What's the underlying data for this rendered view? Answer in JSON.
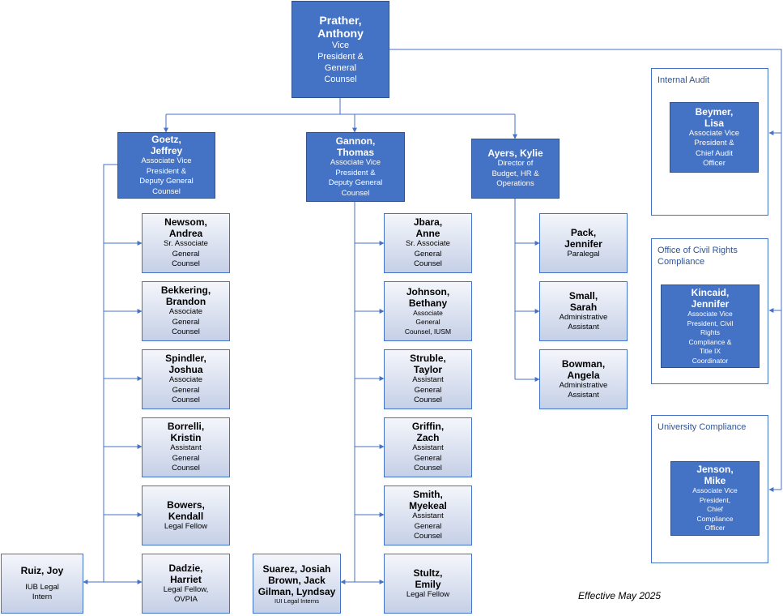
{
  "chart_data": {
    "type": "org-chart",
    "effective_date": "Effective May 2025",
    "root": {
      "name": "Prather,\nAnthony",
      "title": "Vice\nPresident &\nGeneral\nCounsel"
    },
    "deputies": [
      {
        "name": "Goetz,\nJeffrey",
        "title": "Associate Vice\nPresident &\nDeputy General\nCounsel"
      },
      {
        "name": "Gannon,\nThomas",
        "title": "Associate Vice\nPresident &\nDeputy General\nCounsel"
      },
      {
        "name": "Ayers, Kylie",
        "title": "Director of\nBudget, HR &\nOperations"
      }
    ],
    "goetz_reports": [
      {
        "name": "Newsom,\nAndrea",
        "title": "Sr. Associate\nGeneral\nCounsel"
      },
      {
        "name": "Bekkering,\nBrandon",
        "title": "Associate\nGeneral\nCounsel"
      },
      {
        "name": "Spindler,\nJoshua",
        "title": "Associate\nGeneral\nCounsel"
      },
      {
        "name": "Borrelli,\nKristin",
        "title": "Assistant\nGeneral\nCounsel"
      },
      {
        "name": "Bowers,\nKendall",
        "title": "Legal Fellow"
      },
      {
        "name": "Dadzie,\nHarriet",
        "title": "Legal Fellow,\nOVPIA"
      }
    ],
    "goetz_intern": {
      "name": "Ruiz, Joy",
      "title": "IUB Legal\nIntern"
    },
    "gannon_reports": [
      {
        "name": "Jbara,\nAnne",
        "title": "Sr. Associate\nGeneral\nCounsel"
      },
      {
        "name": "Johnson,\nBethany",
        "title": "Associate\nGeneral\nCounsel, IUSM"
      },
      {
        "name": "Struble,\nTaylor",
        "title": "Assistant\nGeneral\nCounsel"
      },
      {
        "name": "Griffin,\nZach",
        "title": "Assistant\nGeneral\nCounsel"
      },
      {
        "name": "Smith,\nMyekeal",
        "title": "Assistant\nGeneral\nCounsel"
      },
      {
        "name": "Stultz,\nEmily",
        "title": "Legal Fellow"
      }
    ],
    "gannon_interns": {
      "name": "Suarez, Josiah\nBrown, Jack\nGilman, Lyndsay",
      "title": "IUI Legal Interns"
    },
    "ayers_reports": [
      {
        "name": "Pack,\nJennifer",
        "title": "Paralegal"
      },
      {
        "name": "Small,\nSarah",
        "title": "Administrative\nAssistant"
      },
      {
        "name": "Bowman,\nAngela",
        "title": "Administrative\nAssistant"
      }
    ],
    "offices": [
      {
        "label": "Internal Audit",
        "name": "Beymer,\nLisa",
        "title": "Associate Vice\nPresident &\nChief Audit\nOfficer"
      },
      {
        "label": "Office of Civil Rights\nCompliance",
        "name": "Kincaid,\nJennifer",
        "title": "Associate Vice\nPresident, Civil\nRights\nCompliance &\nTitle IX\nCoordinator"
      },
      {
        "label": "University Compliance",
        "name": "Jenson,\nMike",
        "title": "Associate Vice\nPresident,\nChief\nCompliance\nOfficer"
      }
    ]
  },
  "colors": {
    "dark_fill": "#4472c4",
    "light_border": "#4472c4",
    "line": "#4472c4"
  }
}
